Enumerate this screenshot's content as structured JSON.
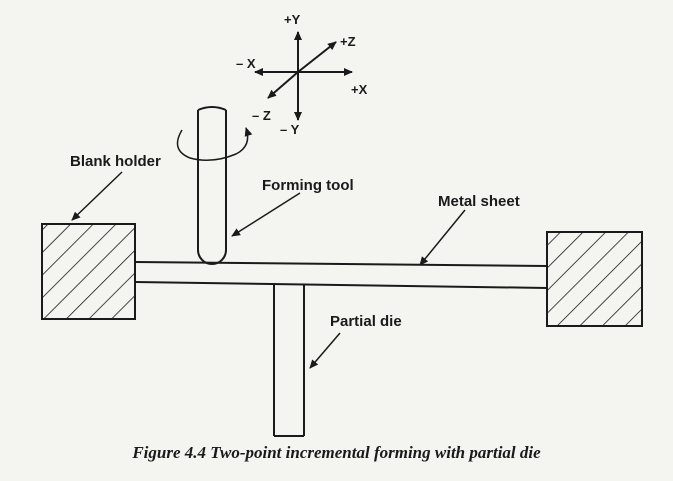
{
  "axes": {
    "pos_y": "+Y",
    "neg_y": "– Y",
    "pos_x": "+X",
    "neg_x": "– X",
    "pos_z": "+Z",
    "neg_z": "– Z"
  },
  "labels": {
    "blank_holder": "Blank holder",
    "forming_tool": "Forming tool",
    "metal_sheet": "Metal sheet",
    "partial_die": "Partial die"
  },
  "caption": "Figure 4.4 Two-point incremental forming with partial die",
  "colors": {
    "ink": "#1a1a1a",
    "paper": "#f4f4f1"
  }
}
